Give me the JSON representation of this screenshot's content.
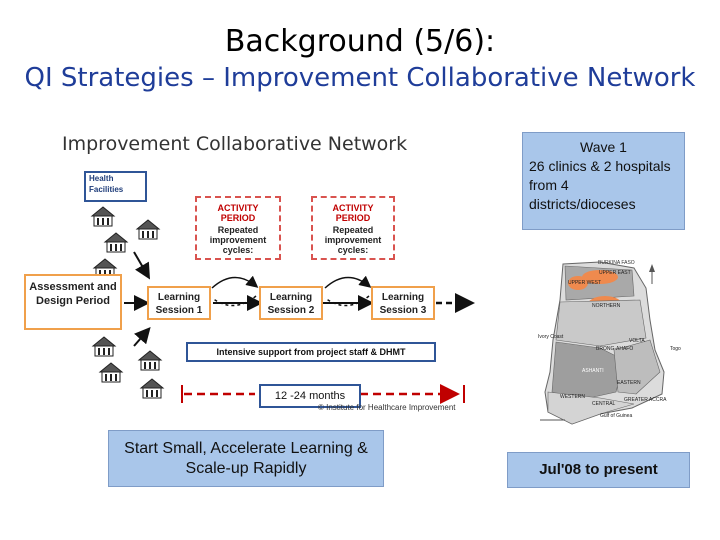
{
  "slide": {
    "title": "Background (5/6):",
    "subtitle": "QI Strategies – Improvement Collaborative Network"
  },
  "diagram": {
    "title": "Improvement Collaborative Network",
    "health_facilities": "Health Facilities",
    "assessment": "Assessment and Design Period",
    "activity1_head": "ACTIVITY PERIOD",
    "activity1_sub": "Repeated improvement cycles:",
    "activity2_head": "ACTIVITY PERIOD",
    "activity2_sub": "Repeated improvement cycles:",
    "ls1": "Learning Session 1",
    "ls2": "Learning Session 2",
    "ls3": "Learning Session 3",
    "support": "Intensive support from project staff & DHMT",
    "duration": "12 -24 months",
    "copyright": "© Institute for Healthcare Improvement"
  },
  "callouts": {
    "start_small": "Start Small, Accelerate Learning & Scale-up Rapidly",
    "wave_title": "Wave 1",
    "wave_body": "26 clinics & 2 hospitals from 4 districts/dioceses",
    "dates": "Jul'08 to present"
  },
  "map": {
    "labels": {
      "ue": "UPPER EAST",
      "uw": "UPPER WEST",
      "north": "NORTHERN",
      "volta": "VOLTA",
      "ba": "BRONG-AHAFO",
      "ashanti": "ASHANTI",
      "eastern": "EASTERN",
      "western": "WESTERN",
      "central": "CENTRAL",
      "ga": "GREATER ACCRA",
      "ic": "Ivory Coast",
      "togo": "Togo",
      "gulf": "Gulf of Guinea",
      "bf": "BURKINA FASO"
    }
  }
}
